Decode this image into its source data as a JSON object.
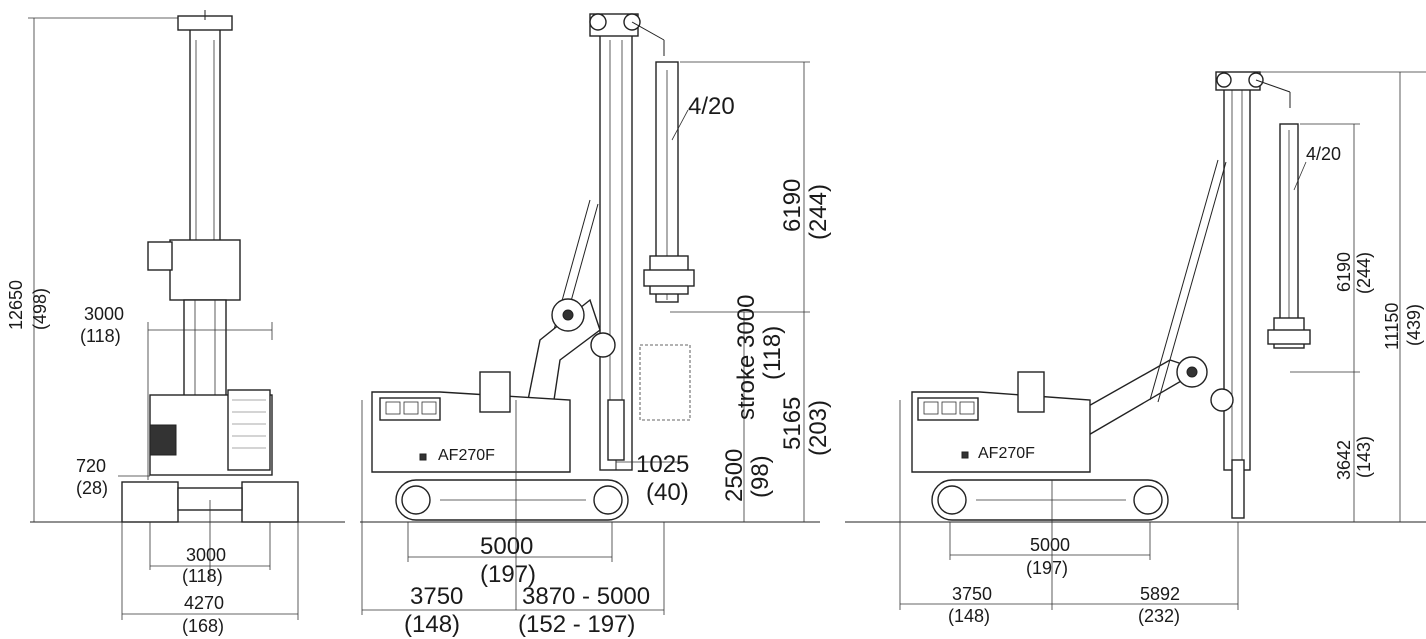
{
  "model_label": "AF270F",
  "front_view": {
    "total_height": "12650",
    "total_height_in": "(498)",
    "mast_width": "3000",
    "mast_width_in": "(118)",
    "clearance": "720",
    "clearance_in": "(28)",
    "track_gauge": "3000",
    "track_gauge_in": "(118)",
    "total_width": "4270",
    "total_width_in": "(168)"
  },
  "side_view_working": {
    "kelly": "4/20",
    "kelly_length": "6190",
    "kelly_length_in": "(244)",
    "stroke": "stroke 3000",
    "stroke_in": "(118)",
    "rotary_height": "5165",
    "rotary_height_in": "(203)",
    "base_height": "2500",
    "base_height_in": "(98)",
    "drill_offset": "1025",
    "drill_offset_in": "(40)",
    "track_length": "5000",
    "track_length_in": "(197)",
    "tail_radius": "3750",
    "tail_radius_in": "(148)",
    "working_radius": "3870 - 5000",
    "working_radius_in": "(152  -  197)"
  },
  "side_view_transport": {
    "kelly": "4/20",
    "kelly_length": "6190",
    "kelly_length_in": "(244)",
    "total_height": "11150",
    "total_height_in": "(439)",
    "lower_height": "3642",
    "lower_height_in": "(143)",
    "track_length": "5000",
    "track_length_in": "(197)",
    "tail_radius": "3750",
    "tail_radius_in": "(148)",
    "radius": "5892",
    "radius_in": "(232)"
  }
}
